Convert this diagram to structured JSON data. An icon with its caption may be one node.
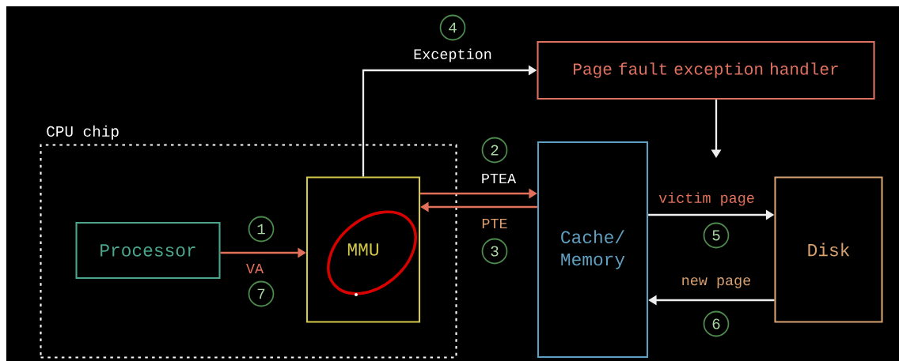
{
  "diagram": {
    "nodes": [
      {
        "text": [
          "CPU chip"
        ]
      },
      {
        "text": [
          "Processor"
        ],
        "in": 0
      },
      {
        "text": [
          "MMU"
        ],
        "in": 0
      },
      {
        "text": [
          "Page fault exception handler"
        ]
      },
      {
        "text": [
          "Cache/ Memory"
        ]
      },
      {
        "text": [
          "Disk"
        ]
      }
    ],
    "edges": [
      {
        "from": 1,
        "to": 2,
        "arrow": "to",
        "label": "VA",
        "color": "#e2705a"
      },
      {
        "from": 2,
        "to": 3,
        "arrow": "to",
        "label": "Exception"
      },
      {
        "from": 2,
        "to": 4,
        "arrow": "to",
        "label": "PTEA",
        "color": "#e2705a"
      },
      {
        "from": 4,
        "to": 2,
        "arrow": "to",
        "label": "PTE",
        "color": "#e2705a"
      },
      {
        "from": 3,
        "to": null,
        "arrow": "to"
      },
      {
        "from": 4,
        "to": 5,
        "arrow": "to",
        "label": "victim page"
      },
      {
        "from": 5,
        "to": 4,
        "arrow": "to",
        "label": "new page"
      }
    ],
    "labels": [
      "4",
      "2",
      "1",
      "3",
      "7",
      "5",
      "6"
    ]
  }
}
